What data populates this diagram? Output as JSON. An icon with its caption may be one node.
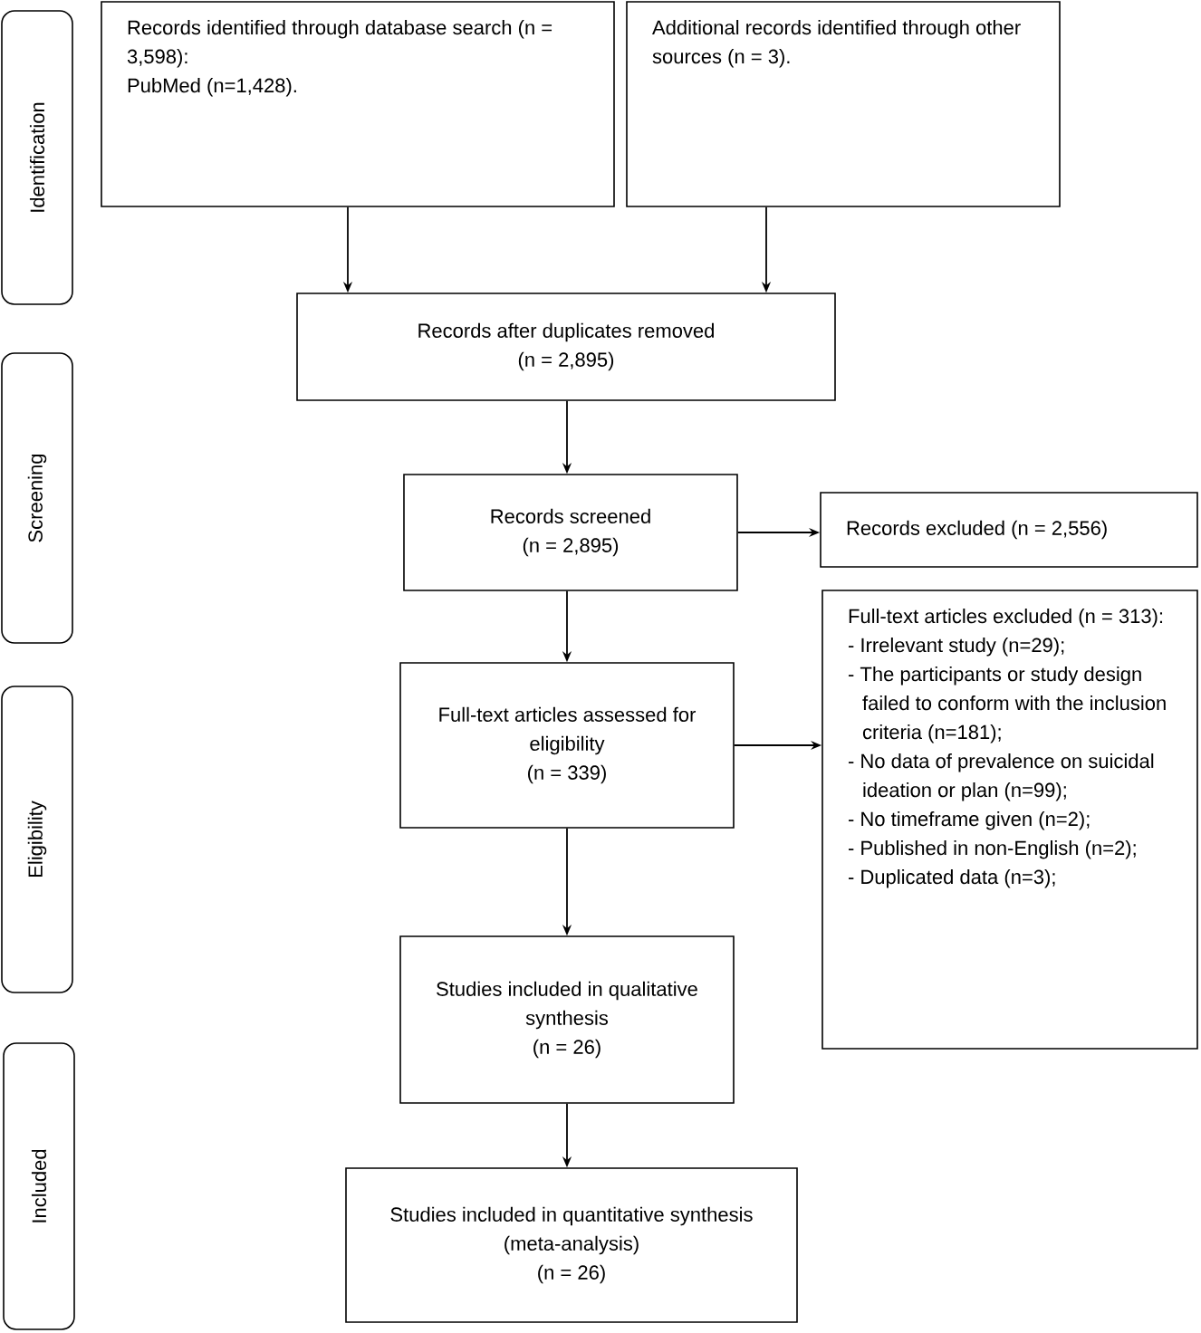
{
  "diagram": {
    "nodes": [
      {
        "text": [
          "Identification"
        ]
      },
      {
        "text": [
          "Records identified through database search (n = 3,598):",
          "PubMed (n=1,428)."
        ]
      },
      {
        "text": [
          "Additional records identified through other sources (n = 3)."
        ]
      },
      {
        "text": [
          "Records after duplicates removed",
          "(n = 2,895)"
        ]
      },
      {
        "text": [
          "Screening"
        ]
      },
      {
        "text": [
          "Records screened",
          "(n = 2,895)"
        ]
      },
      {
        "text": [
          "Records excluded (n = 2,556)"
        ]
      },
      {
        "text": [
          "Eligibility"
        ]
      },
      {
        "text": [
          "Full-text articles assessed for eligibility",
          "(n = 339)"
        ]
      },
      {
        "text": [
          "Full-text articles excluded (n = 313):",
          "- Irrelevant study (n=29);",
          "- The participants or study design failed to conform with the inclusion criteria (n=181);",
          "- No data of prevalence on suicidal ideation or plan (n=99);",
          "- No timeframe given (n=2);",
          "- Published in non-English (n=2);",
          "- Duplicated data (n=3);"
        ]
      },
      {
        "text": [
          "Studies included in qualitative synthesis",
          "(n = 26)"
        ]
      },
      {
        "text": [
          "Included"
        ]
      },
      {
        "text": [
          "Studies included in quantitative synthesis (meta-analysis)",
          "(n = 26)"
        ]
      }
    ],
    "edges": [
      {
        "from": 1,
        "to": 3,
        "arrow": "to"
      },
      {
        "from": 2,
        "to": 3,
        "arrow": "to"
      },
      {
        "from": 3,
        "to": 5,
        "arrow": "to"
      },
      {
        "from": 5,
        "to": 6,
        "arrow": "to"
      },
      {
        "from": 5,
        "to": 8,
        "arrow": "to"
      },
      {
        "from": 8,
        "to": 9,
        "arrow": "to"
      },
      {
        "from": 8,
        "to": 10,
        "arrow": "to"
      },
      {
        "from": 10,
        "to": 12,
        "arrow": "to"
      }
    ]
  }
}
